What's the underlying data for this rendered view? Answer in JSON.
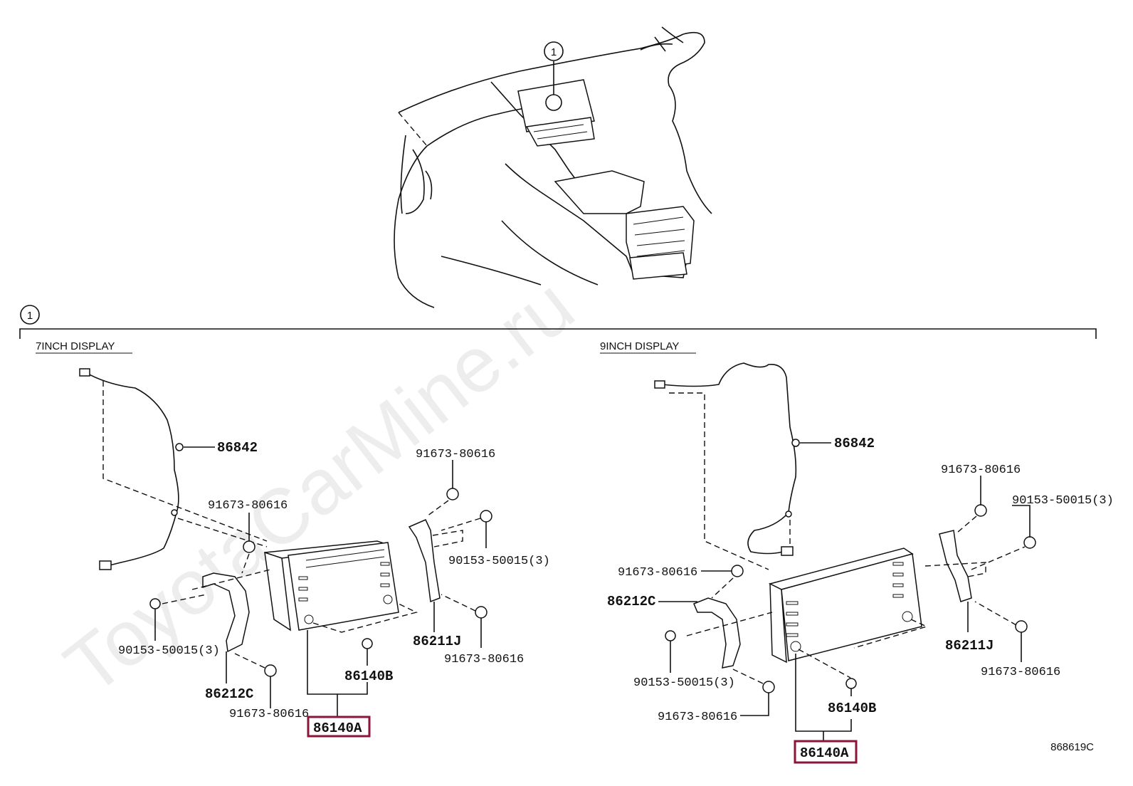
{
  "callout_number": "1",
  "section_marker": "1",
  "sections": {
    "left_title": "7INCH DISPLAY",
    "right_title": "9INCH DISPLAY"
  },
  "left": {
    "harness": "86842",
    "bolt_top_right": "91673-80616",
    "bolt_top_left": "91673-80616",
    "screw_right": "90153-50015(3)",
    "screw_left": "90153-50015(3)",
    "bracket_right": "86211J",
    "bolt_right_lower": "91673-80616",
    "bracket_left": "86212C",
    "bolt_bottom": "91673-80616",
    "knob": "86140B",
    "receiver": "86140A"
  },
  "right": {
    "harness": "86842",
    "bolt_top_right": "91673-80616",
    "screw_right": "90153-50015(3)",
    "bolt_left_top": "91673-80616",
    "bracket_left": "86212C",
    "bracket_right": "86211J",
    "bolt_right_lower": "91673-80616",
    "screw_left": "90153-50015(3)",
    "bolt_bottom": "91673-80616",
    "knob": "86140B",
    "receiver": "86140A"
  },
  "diagram_code": "868619C",
  "watermark": "ToyotaCarMine.ru",
  "highlight_color": "#8a1538"
}
